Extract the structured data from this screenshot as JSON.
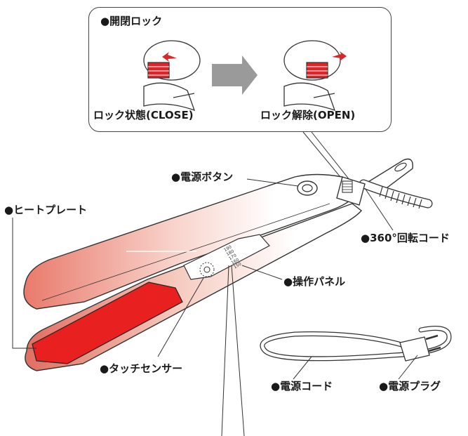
{
  "lock_panel": {
    "title": "●開閉ロック",
    "close_caption": "ロック状態(CLOSE)",
    "open_caption": "ロック解除(OPEN)"
  },
  "labels": {
    "power_button": "●電源ボタン",
    "heat_plate": "●ヒートプレート",
    "rotating_cord": "●360°回転コード",
    "control_panel": "●操作パネル",
    "touch_sensor": "●タッチセンサー",
    "power_cord": "●電源コード",
    "power_plug": "●電源プラグ"
  },
  "panel_temps": [
    "190",
    "180",
    "170",
    "160",
    "150"
  ],
  "colors": {
    "plate_red": "#e8201f",
    "gradient_top": "#e97a6c",
    "lock_red": "#d8262a",
    "arrow_gray": "#9a9a9a",
    "outline": "#333333"
  }
}
